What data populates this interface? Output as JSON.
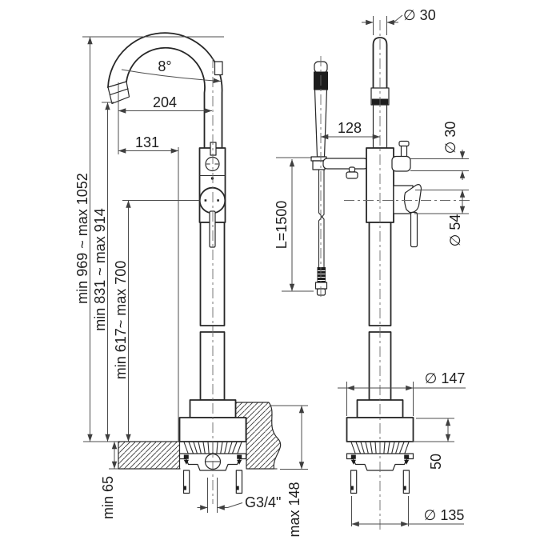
{
  "drawing": {
    "type": "faucet installation dimensional drawing",
    "front_view": {
      "angle": "8°",
      "spout_reach": "204",
      "spout_to_base": "131",
      "overall_height": "min 969 ~ max 1052",
      "spout_height": "min 831 ~ max 914",
      "handle_height": "min 617~ max 700",
      "floor_min_thickness": "min 65",
      "connection_thread": "G3/4\"",
      "floor_max_thickness": "max 148"
    },
    "side_view": {
      "riser_diameter": "∅ 30",
      "handshower_offset": "128",
      "outlet_diameter": "∅ 30",
      "hose_length": "L=1500",
      "body_diameter": "∅ 54",
      "flange_diameter": "∅ 147",
      "flange_height": "50",
      "anchor_diameter": "∅ 135"
    },
    "colors": {
      "line": "#272727",
      "dimension": "#4d4d4d",
      "text": "#1d1d1d",
      "background": "#ffffff"
    }
  }
}
